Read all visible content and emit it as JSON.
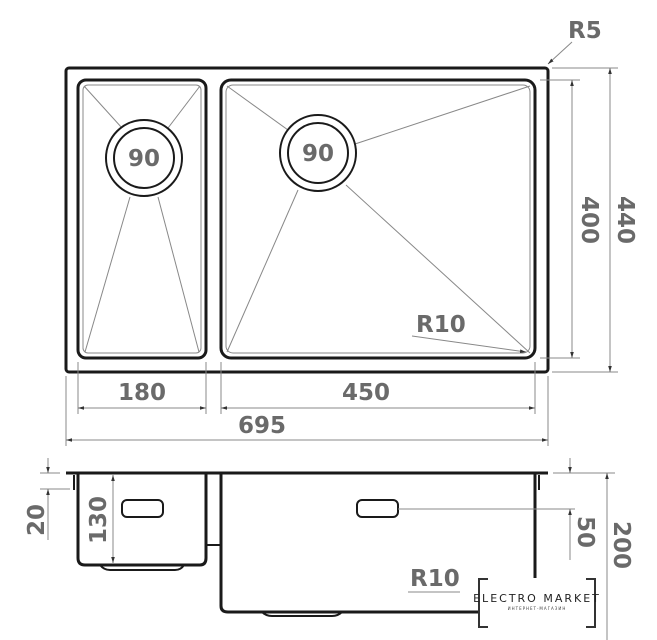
{
  "top_view": {
    "radius_corner": "R5",
    "drain_small": "90",
    "drain_large": "90",
    "radius_inner": "R10",
    "height_inner": "400",
    "height_outer": "440",
    "width_small": "180",
    "width_large": "450",
    "width_total": "695"
  },
  "side_view": {
    "rim_depth": "20",
    "small_depth": "130",
    "overflow_offset": "50",
    "large_depth": "200",
    "radius_label": "R10"
  },
  "logo": {
    "name": "ELECTRO MARKET",
    "tagline": "ИНТЕРНЕТ-МАГАЗИН"
  }
}
